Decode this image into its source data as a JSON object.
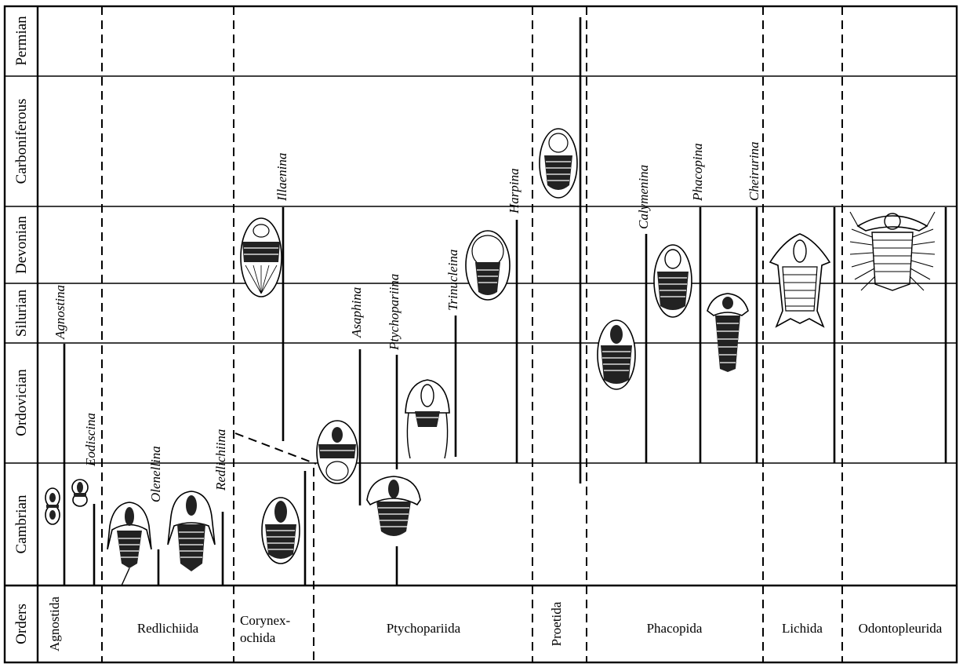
{
  "periods": [
    {
      "id": "permian",
      "label": "Permian"
    },
    {
      "id": "carboniferous",
      "label": "Carboniferous"
    },
    {
      "id": "devonian",
      "label": "Devonian"
    },
    {
      "id": "silurian",
      "label": "Silurian"
    },
    {
      "id": "ordovician",
      "label": "Ordovician"
    },
    {
      "id": "cambrian",
      "label": "Cambrian"
    }
  ],
  "orders_header": "Orders",
  "orders": [
    {
      "id": "agnostida",
      "label": "Agnostida"
    },
    {
      "id": "redlichiida",
      "label": "Redlichiida"
    },
    {
      "id": "corynexochida",
      "line1": "Corynex-",
      "line2": "ochida"
    },
    {
      "id": "ptychopariida",
      "label": "Ptychopariida"
    },
    {
      "id": "proetida",
      "label": "Proetida"
    },
    {
      "id": "phacopida",
      "label": "Phacopida"
    },
    {
      "id": "lichida",
      "label": "Lichida"
    },
    {
      "id": "odontopleurida",
      "label": "Odontopleurida"
    }
  ],
  "suborders": [
    {
      "id": "agnostina",
      "label": "Agnostina"
    },
    {
      "id": "eodiscina",
      "label": "Eodiscina"
    },
    {
      "id": "olenellina",
      "label": "Olenellina"
    },
    {
      "id": "redlichiina",
      "label": "Redlichiina"
    },
    {
      "id": "illaenina",
      "label": "Illaenina"
    },
    {
      "id": "asaphina",
      "label": "Asaphina"
    },
    {
      "id": "ptychopariina",
      "label": "Ptychopariina"
    },
    {
      "id": "trinucleina",
      "label": "Trinucleina"
    },
    {
      "id": "harpina",
      "label": "Harpina"
    },
    {
      "id": "calymenina",
      "label": "Calymenina"
    },
    {
      "id": "phacopina",
      "label": "Phacopina"
    },
    {
      "id": "cheirurina",
      "label": "Cheirurina"
    }
  ]
}
